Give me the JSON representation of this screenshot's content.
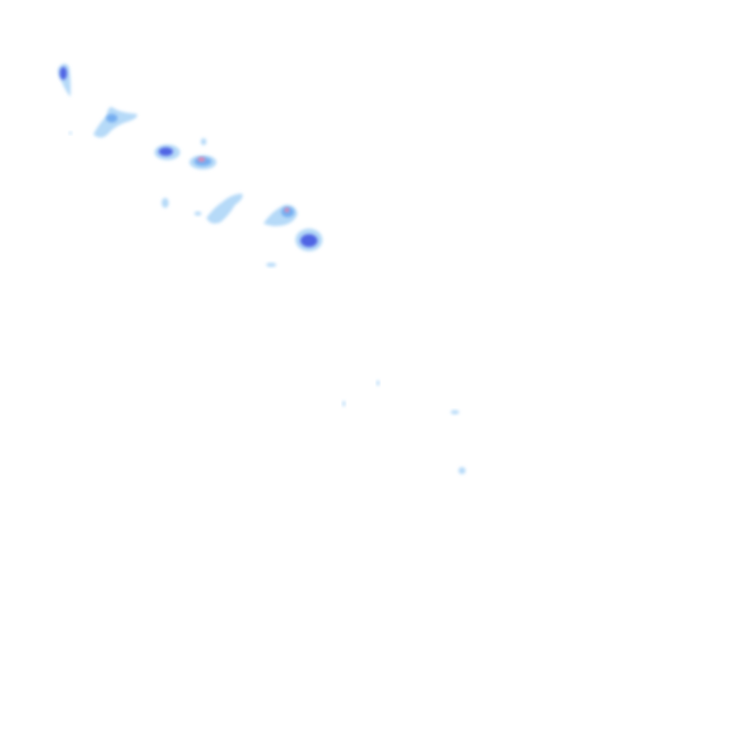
{
  "map": {
    "layer": "precipitation-radar-overlay",
    "background_color": "#ffffff",
    "palette": {
      "light_precip": "#a9d4f7",
      "moderate_precip": "#6fa8f0",
      "heavy_precip": "#3d4fe0",
      "intense_precip": "#f27fa8"
    },
    "echo_cells": [
      {
        "name": "cell-northwest",
        "intensity": "heavy"
      },
      {
        "name": "cell-west-band",
        "intensity": "light"
      },
      {
        "name": "cell-west-center",
        "intensity": "heavy"
      },
      {
        "name": "cell-central-pink-core",
        "intensity": "intense"
      },
      {
        "name": "cell-central-band",
        "intensity": "light"
      },
      {
        "name": "cell-east-pink-core",
        "intensity": "intense"
      },
      {
        "name": "cell-east-heavy",
        "intensity": "heavy"
      },
      {
        "name": "scattered-light-echoes",
        "intensity": "light"
      }
    ]
  }
}
